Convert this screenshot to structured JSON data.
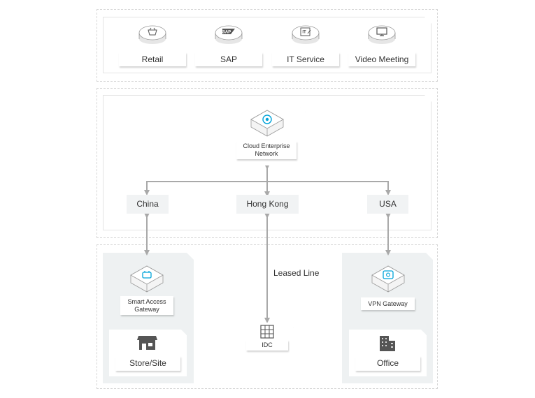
{
  "apps": {
    "retail": "Retail",
    "sap": "SAP",
    "it_service": "IT Service",
    "video_meeting": "Video Meeting",
    "sap_icon_text": "SAP",
    "it_icon_text": "IT"
  },
  "network": {
    "cen_label": "Cloud Enterprise Network",
    "regions": {
      "china": "China",
      "hong_kong": "Hong Kong",
      "usa": "USA"
    }
  },
  "access": {
    "smart_access_gateway": "Smart Access Gateway",
    "store_site": "Store/Site",
    "leased_line": "Leased Line",
    "idc": "IDC",
    "vpn_gateway": "VPN Gateway",
    "office": "Office"
  },
  "colors": {
    "accent": "#00a3d9",
    "line": "#a9a9a9",
    "panel_gray": "#eef1f2"
  }
}
